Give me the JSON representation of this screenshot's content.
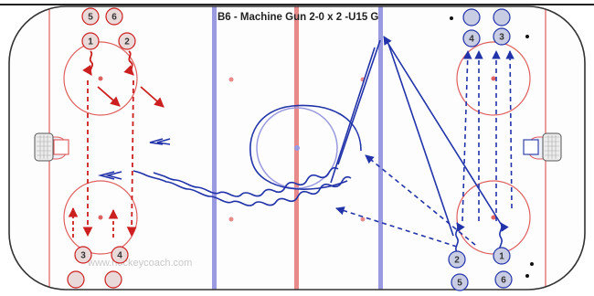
{
  "title": "B6 - Machine Gun 2-0 x 2 -U15 G",
  "watermark": "www.hockeycoach.com",
  "colors": {
    "rink_border": "#333333",
    "red_line": "#e06060",
    "blue_line": "#8888dd",
    "red_team": "#cc1f1f",
    "red_team_fill": "#ead9d9",
    "blue_team": "#2233aa",
    "blue_team_fill": "#c9cde3",
    "net_fill": "#ececec"
  },
  "players": {
    "red": [
      {
        "label": "5"
      },
      {
        "label": "6"
      },
      {
        "label": "1"
      },
      {
        "label": "2"
      },
      {
        "label": "3"
      },
      {
        "label": "4"
      },
      {
        "label": ""
      },
      {
        "label": ""
      }
    ],
    "blue": [
      {
        "label": ""
      },
      {
        "label": ""
      },
      {
        "label": "4"
      },
      {
        "label": "3"
      },
      {
        "label": "2"
      },
      {
        "label": "1"
      },
      {
        "label": "5"
      },
      {
        "label": "6"
      },
      {
        "label": ""
      }
    ]
  }
}
